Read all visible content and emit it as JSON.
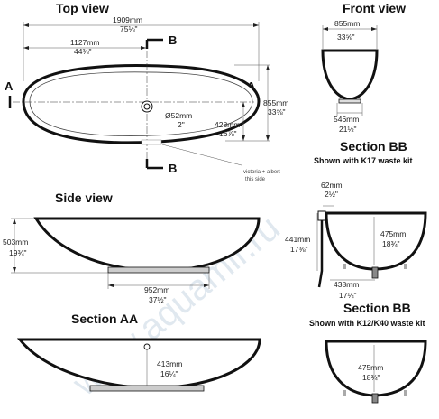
{
  "views": {
    "top": {
      "title": "Top view",
      "overall_length": "1909mm",
      "overall_length_in": "75⅛\"",
      "half_length": "1127mm",
      "half_length_in": "44⅜\"",
      "width": "855mm",
      "width_in": "33⅝\"",
      "waste_offset": "428mm",
      "waste_offset_in": "16⅞\"",
      "waste_dia": "Ø52mm",
      "waste_dia_in": "2\"",
      "section_a": "A",
      "section_b": "B",
      "brand": "victoria + albert",
      "brand_note": "this side"
    },
    "front": {
      "title": "Front view",
      "width": "855mm",
      "width_in": "33⅝\"",
      "base": "546mm",
      "base_in": "21½\""
    },
    "side": {
      "title": "Side view",
      "height": "503mm",
      "height_in": "19¾\"",
      "base": "952mm",
      "base_in": "37½\""
    },
    "section_aa": {
      "title": "Section AA",
      "depth": "413mm",
      "depth_in": "16¼\""
    },
    "section_bb_k17": {
      "title": "Section BB",
      "subtitle": "Shown with K17 waste kit",
      "offset": "62mm",
      "offset_in": "2½\"",
      "height": "441mm",
      "height_in": "17⅜\"",
      "depth": "475mm",
      "depth_in": "18¾\"",
      "base": "438mm",
      "base_in": "17¼\""
    },
    "section_bb_k12": {
      "title": "Section BB",
      "subtitle": "Shown with K12/K40 waste kit",
      "depth": "475mm",
      "depth_in": "18¾\""
    }
  },
  "watermark": "www.aquamir.ru"
}
